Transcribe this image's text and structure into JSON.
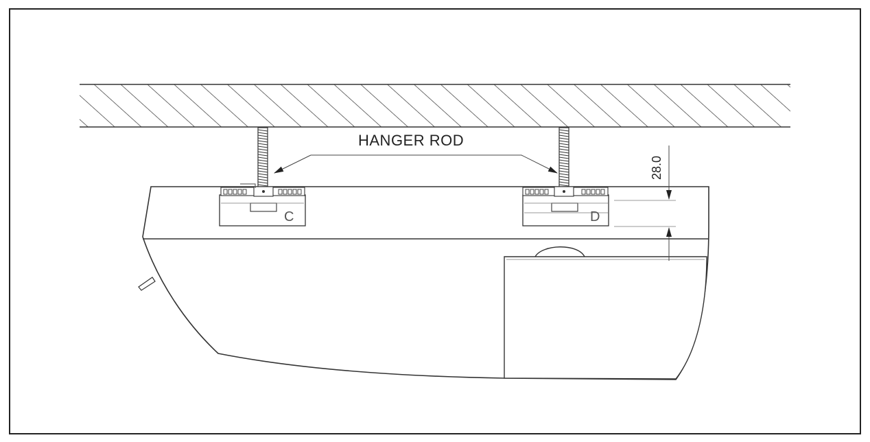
{
  "diagram": {
    "label_hanger_rod": "HANGER ROD",
    "bracket_left_letter": "C",
    "bracket_right_letter": "D",
    "dimension_value": "28.0",
    "line_color": "#333333",
    "background_color": "#ffffff"
  }
}
